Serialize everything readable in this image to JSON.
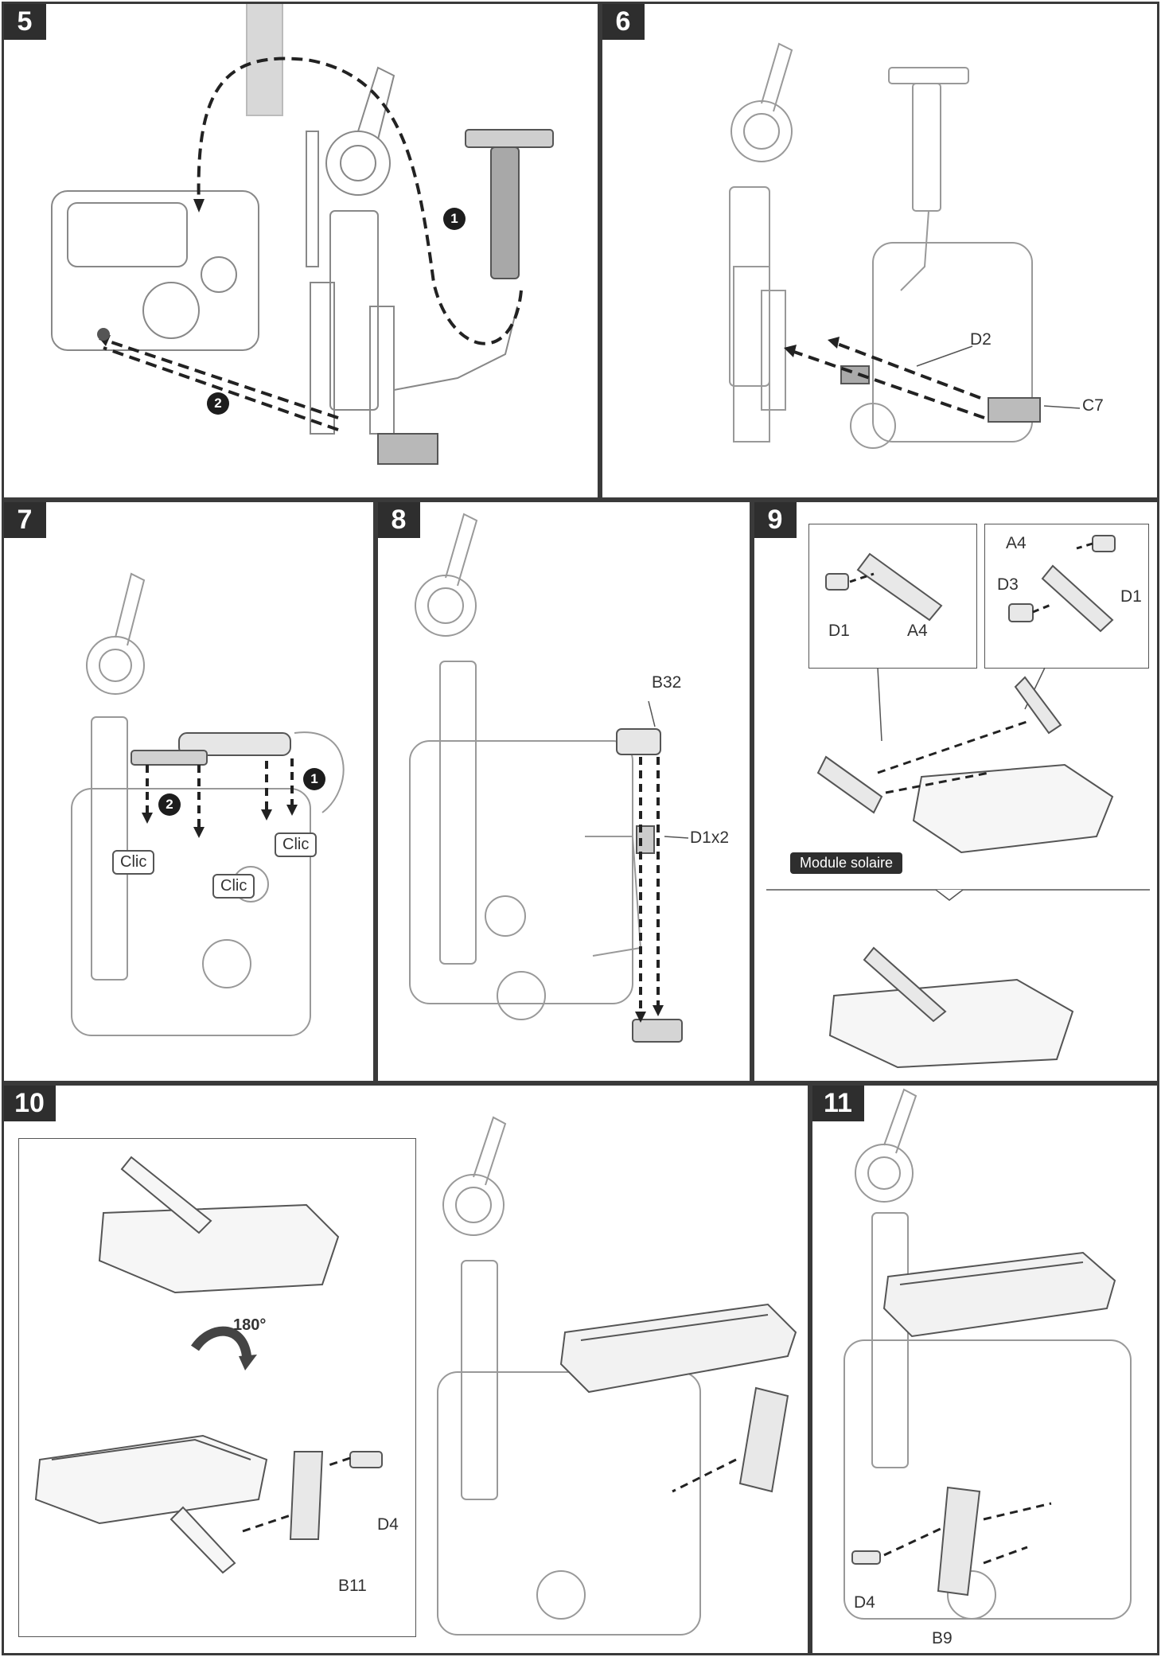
{
  "steps": {
    "s5": {
      "number": "5",
      "badge1": "1",
      "badge2": "2"
    },
    "s6": {
      "number": "6",
      "label_d2": "D2",
      "label_c7": "C7"
    },
    "s7": {
      "number": "7",
      "badge1": "1",
      "badge2": "2",
      "clic": "Clic"
    },
    "s8": {
      "number": "8",
      "label_b32": "B32",
      "label_d1x2": "D1x2"
    },
    "s9": {
      "number": "9",
      "label_d1": "D1",
      "label_a4": "A4",
      "label_d3": "D3",
      "module": "Module solaire"
    },
    "s10": {
      "number": "10",
      "rotation": "180°",
      "label_d4": "D4",
      "label_b11": "B11"
    },
    "s11": {
      "number": "11",
      "label_d4": "D4",
      "label_b9": "B9"
    }
  }
}
